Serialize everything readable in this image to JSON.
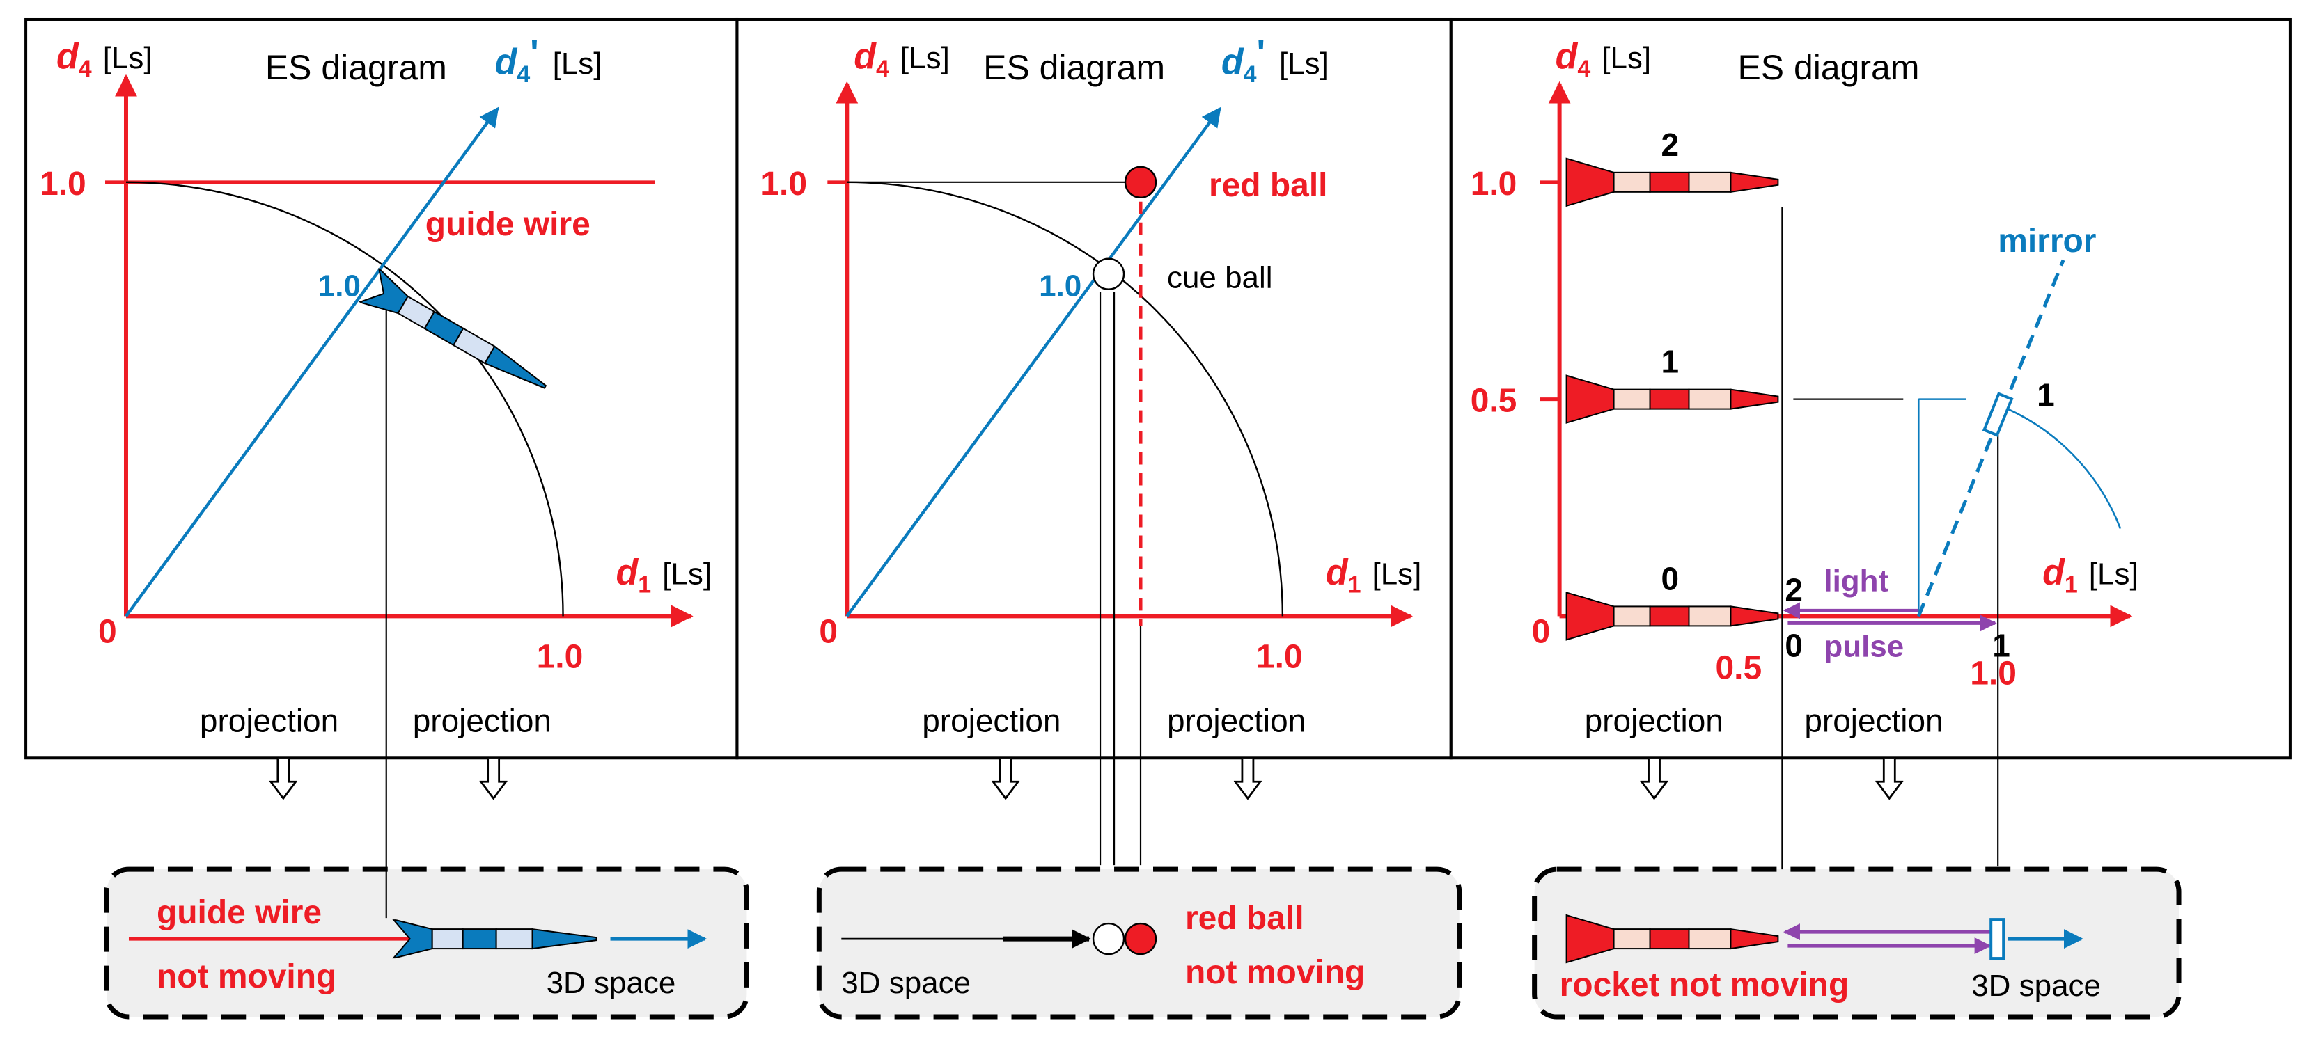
{
  "colors": {
    "axis_red": "#ee1c25",
    "blue": "#0a7bbd",
    "purple": "#8e44ad",
    "rocket_light": "#f9dcd0",
    "dart_light": "#d6e2f3",
    "box_fill": "#efefef"
  },
  "icons": {
    "projection_arrow": "hollow-down-arrow",
    "rocket": "rocket-icon",
    "dart": "dart-icon"
  },
  "panel1": {
    "title": "ES diagram",
    "y_axis": {
      "symbol": "d",
      "sub": "4",
      "unit": "[Ls]"
    },
    "x_axis": {
      "symbol": "d",
      "sub": "1",
      "unit": "[Ls]"
    },
    "oblique_axis": {
      "symbol": "d",
      "sub": "4",
      "prime": "'",
      "unit": "[Ls]"
    },
    "tick_y": "1.0",
    "tick_x": "1.0",
    "origin": "0",
    "oblique_tick": "1.0",
    "guide_wire": "guide wire",
    "projection_left": "projection",
    "projection_right": "projection"
  },
  "panel2": {
    "title": "ES diagram",
    "y_axis": {
      "symbol": "d",
      "sub": "4",
      "unit": "[Ls]"
    },
    "x_axis": {
      "symbol": "d",
      "sub": "1",
      "unit": "[Ls]"
    },
    "oblique_axis": {
      "symbol": "d",
      "sub": "4",
      "prime": "'",
      "unit": "[Ls]"
    },
    "tick_y": "1.0",
    "tick_x": "1.0",
    "origin": "0",
    "oblique_tick": "1.0",
    "red_ball": "red ball",
    "cue_ball": "cue ball",
    "projection_left": "projection",
    "projection_right": "projection"
  },
  "panel3": {
    "title": "ES diagram",
    "y_axis": {
      "symbol": "d",
      "sub": "4",
      "unit": "[Ls]"
    },
    "x_axis": {
      "symbol": "d",
      "sub": "1",
      "unit": "[Ls]"
    },
    "tick_y_top": "1.0",
    "tick_y_mid": "0.5",
    "origin": "0",
    "tick_x_half": "0.5",
    "tick_x_one": "1.0",
    "rocket_label_top": "2",
    "rocket_label_mid": "1",
    "rocket_label_bottom": "0",
    "mirror": "mirror",
    "mirror_tick": "1",
    "light": "light",
    "pulse": "pulse",
    "pulse_left_top": "2",
    "pulse_left_bottom": "0",
    "pulse_right": "1",
    "projection_left": "projection",
    "projection_right": "projection"
  },
  "bottom1": {
    "line1": "guide wire",
    "line2": "not moving",
    "space": "3D space"
  },
  "bottom2": {
    "space": "3D space",
    "line1": "red ball",
    "line2": "not moving"
  },
  "bottom3": {
    "line1": "rocket not moving",
    "space": "3D space"
  }
}
